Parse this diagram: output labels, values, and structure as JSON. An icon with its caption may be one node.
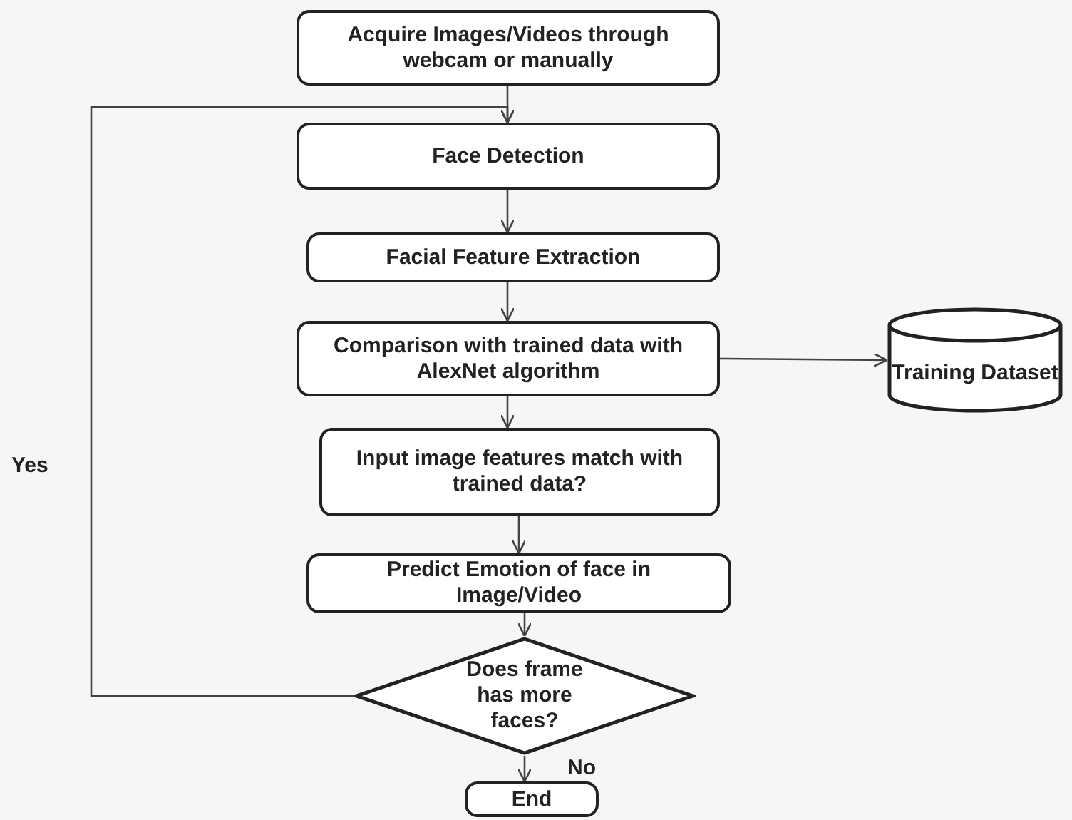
{
  "diagram": {
    "nodes": [
      {
        "text": [
          "Acquire Images/Videos through webcam or manually"
        ]
      },
      {
        "text": [
          "Face Detection"
        ]
      },
      {
        "text": [
          "Facial Feature Extraction"
        ]
      },
      {
        "text": [
          "Comparison with trained data with AlexNet algorithm"
        ]
      },
      {
        "text": [
          "Training Dataset"
        ]
      },
      {
        "text": [
          "Input image features match with trained data?"
        ]
      },
      {
        "text": [
          "Predict Emotion  of face in Image/Video"
        ]
      },
      {
        "text": [
          "Does frame has more faces?"
        ]
      },
      {
        "text": [
          "End"
        ]
      }
    ],
    "edges": [
      {
        "from": 0,
        "to": 1,
        "arrow": "to"
      },
      {
        "from": 1,
        "to": 2,
        "arrow": "to"
      },
      {
        "from": 2,
        "to": 3,
        "arrow": "to"
      },
      {
        "from": 3,
        "to": 4,
        "arrow": "to"
      },
      {
        "from": 3,
        "to": 5,
        "arrow": "to"
      },
      {
        "from": 5,
        "to": 6,
        "arrow": "to"
      },
      {
        "from": 6,
        "to": 7,
        "arrow": "to"
      },
      {
        "from": 7,
        "to": 1,
        "arrow": "to",
        "label": "Yes"
      },
      {
        "from": 7,
        "to": 8,
        "arrow": "to",
        "label": "No"
      }
    ]
  }
}
